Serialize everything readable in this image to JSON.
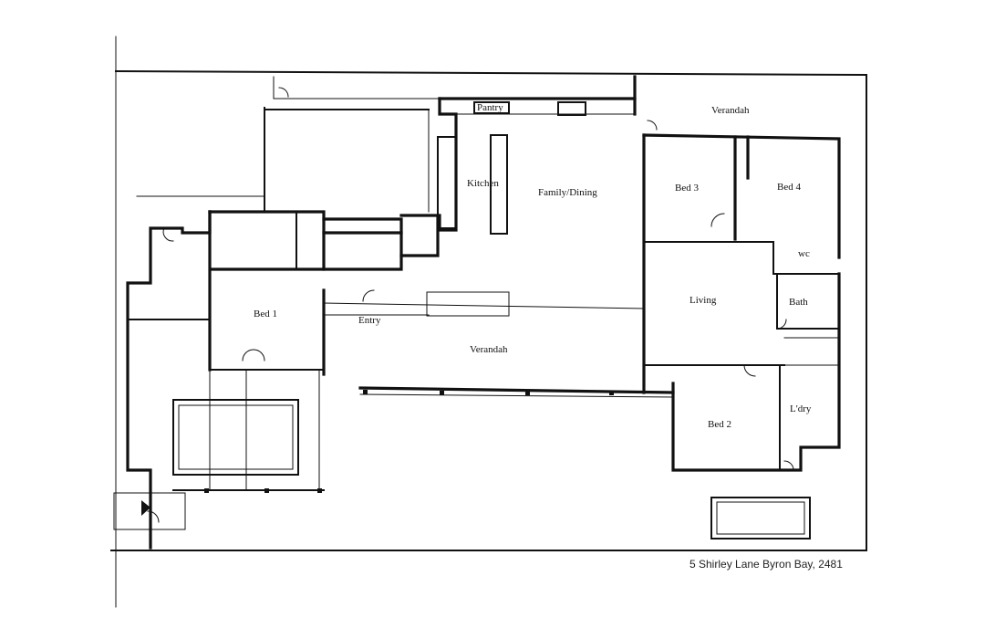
{
  "rooms": {
    "pantry": "Pantry",
    "verandah_top": "Verandah",
    "kitchen": "Kitchen",
    "family_dining": "Family/Dining",
    "bed3": "Bed 3",
    "bed4": "Bed 4",
    "wc": "wc",
    "living": "Living",
    "bath": "Bath",
    "bed1": "Bed 1",
    "entry": "Entry",
    "verandah_mid": "Verandah",
    "bed2": "Bed 2",
    "laundry": "L'dry"
  },
  "address": "5 Shirley Lane Byron Bay, 2481",
  "colors": {
    "line": "#111111",
    "paper": "#ffffff"
  }
}
